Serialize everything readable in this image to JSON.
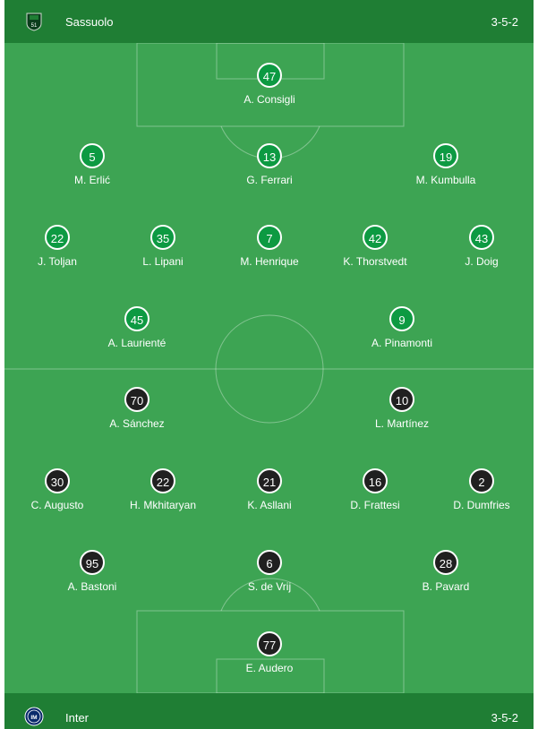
{
  "home": {
    "name": "Sassuolo",
    "formation": "3-5-2",
    "crest_icon": "sassuolo-crest-icon",
    "players": [
      {
        "number": "47",
        "name": "A. Consigli"
      },
      {
        "number": "5",
        "name": "M. Erlić"
      },
      {
        "number": "13",
        "name": "G. Ferrari"
      },
      {
        "number": "19",
        "name": "M. Kumbulla"
      },
      {
        "number": "22",
        "name": "J. Toljan"
      },
      {
        "number": "35",
        "name": "L. Lipani"
      },
      {
        "number": "7",
        "name": "M. Henrique"
      },
      {
        "number": "42",
        "name": "K. Thorstvedt"
      },
      {
        "number": "43",
        "name": "J. Doig"
      },
      {
        "number": "45",
        "name": "A. Laurienté"
      },
      {
        "number": "9",
        "name": "A. Pinamonti"
      }
    ]
  },
  "away": {
    "name": "Inter",
    "formation": "3-5-2",
    "crest_icon": "inter-crest-icon",
    "players": [
      {
        "number": "70",
        "name": "A. Sánchez"
      },
      {
        "number": "10",
        "name": "L. Martínez"
      },
      {
        "number": "30",
        "name": "C. Augusto"
      },
      {
        "number": "22",
        "name": "H. Mkhitaryan"
      },
      {
        "number": "21",
        "name": "K. Asllani"
      },
      {
        "number": "16",
        "name": "D. Frattesi"
      },
      {
        "number": "2",
        "name": "D. Dumfries"
      },
      {
        "number": "95",
        "name": "A. Bastoni"
      },
      {
        "number": "6",
        "name": "S. de Vrij"
      },
      {
        "number": "28",
        "name": "B. Pavard"
      },
      {
        "number": "77",
        "name": "E. Audero"
      }
    ]
  },
  "colors": {
    "pitch": "#3da453",
    "team_bar": "#1f7e34",
    "home_marker": "#0d9a42",
    "away_marker": "#202020"
  }
}
